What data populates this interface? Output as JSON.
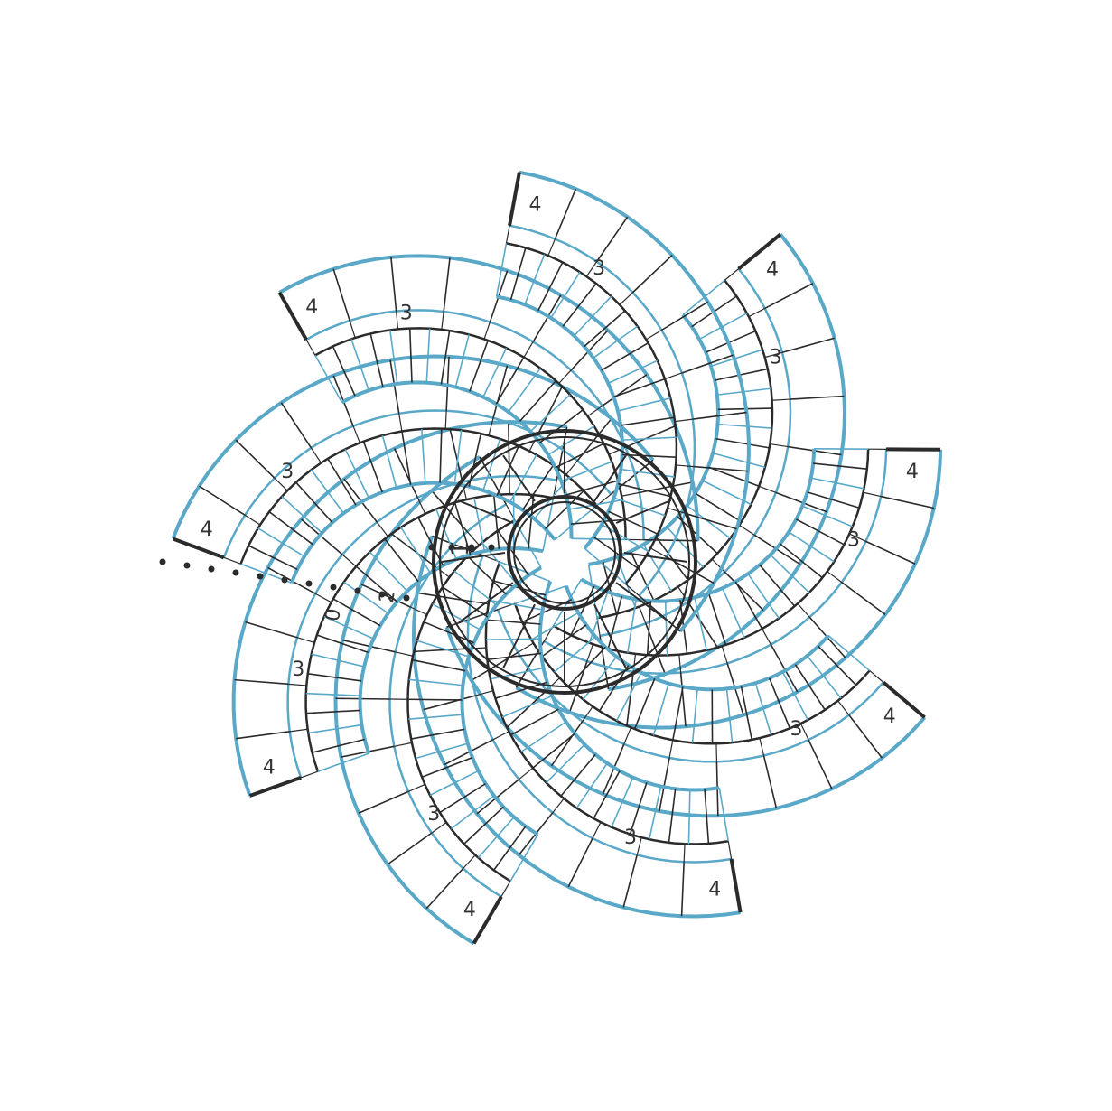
{
  "diagram": {
    "colors": {
      "dark": "#2b2b2b",
      "blue": "#5aa8c8",
      "background": "#ffffff"
    },
    "center_labels": [
      "1",
      "2"
    ],
    "start_marker": "0",
    "arm_count": 9,
    "arms": [
      {
        "row3": "3",
        "row4": "4"
      },
      {
        "row3": "3",
        "row4": "4"
      },
      {
        "row3": "3",
        "row4": "4"
      },
      {
        "row3": "3",
        "row4": "4"
      },
      {
        "row3": "3",
        "row4": "4"
      },
      {
        "row3": "3",
        "row4": "4"
      },
      {
        "row3": "3",
        "row4": "4"
      },
      {
        "row3": "3",
        "row4": "4"
      },
      {
        "row3": "3",
        "row4": "4"
      }
    ]
  }
}
